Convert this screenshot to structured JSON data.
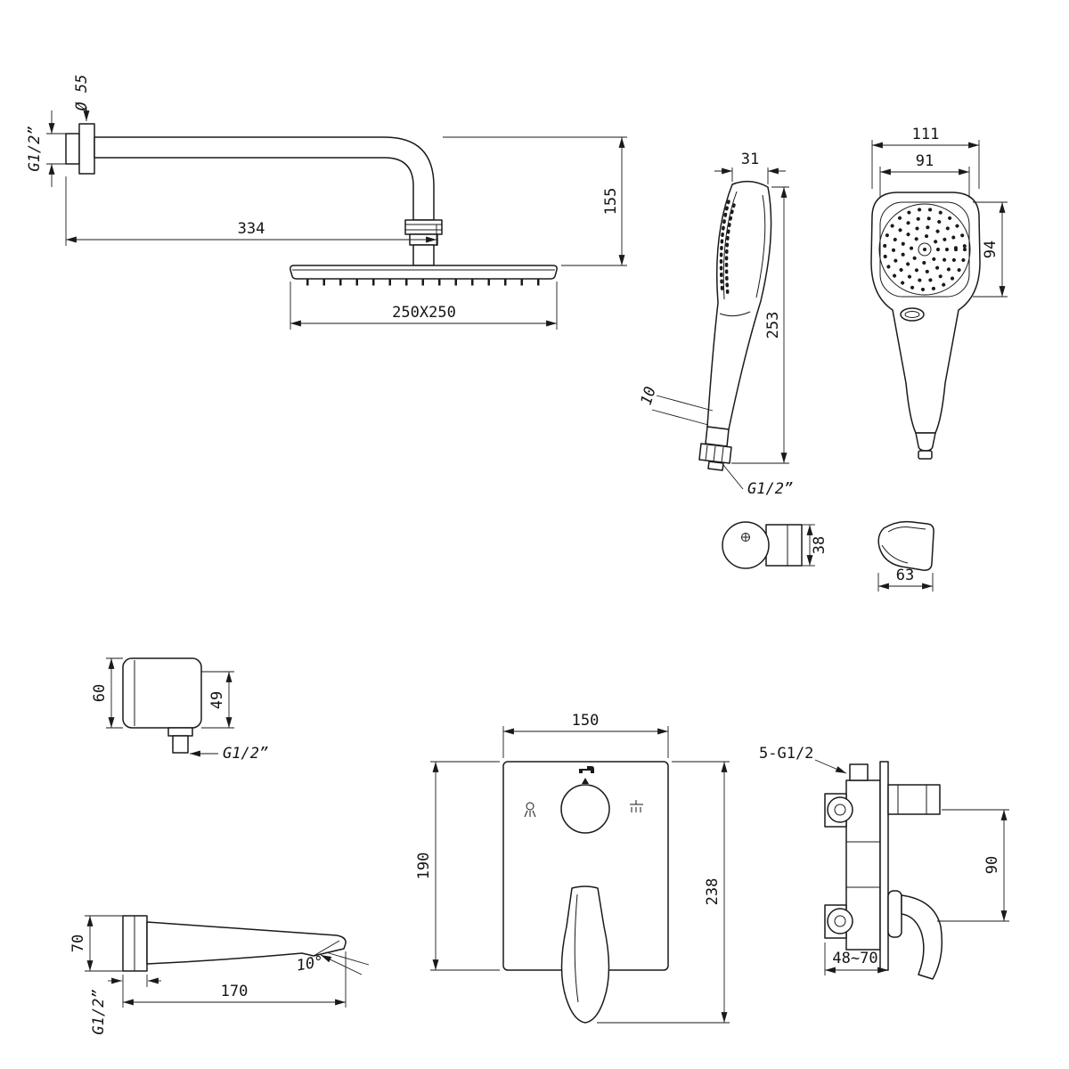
{
  "meta": {
    "type": "technical-dimension-drawing",
    "product": "Concealed shower system with overhead shower, hand shower, spout and mixer",
    "background": "#ffffff",
    "line_color": "#1a1a1a"
  },
  "components": {
    "overhead_shower": {
      "label": "overhead-shower-with-arm",
      "dims": {
        "flange_diameter": "Ø 55",
        "wall_thread": "G1/2”",
        "arm_length": "334",
        "drop_height": "155",
        "head_size": "250X250"
      }
    },
    "hand_shower_side": {
      "label": "hand-shower-side-view",
      "dims": {
        "head_thickness": "31",
        "total_length": "253",
        "grip_dim": "10",
        "connector_thread": "G1/2”"
      }
    },
    "hand_shower_front": {
      "label": "hand-shower-front-view",
      "dims": {
        "overall_width": "111",
        "face_width": "91",
        "face_height": "94"
      }
    },
    "supply_elbow": {
      "label": "water-supply-elbow",
      "dims": {
        "height": "38"
      }
    },
    "shower_bracket": {
      "label": "hand-shower-bracket",
      "dims": {
        "width": "63"
      }
    },
    "wall_union": {
      "label": "wall-union-outlet",
      "dims": {
        "width": "60",
        "height": "49",
        "thread": "G1/2”"
      }
    },
    "tub_spout": {
      "label": "tub-spout",
      "dims": {
        "flange_height": "70",
        "length": "170",
        "tip_angle": "10°",
        "thread": "G1/2”"
      }
    },
    "mixer_front": {
      "label": "concealed-mixer-front-view",
      "dims": {
        "plate_width": "150",
        "plate_height": "190",
        "total_height": "238"
      }
    },
    "mixer_side": {
      "label": "concealed-mixer-side-view",
      "dims": {
        "connections": "5-G1/2",
        "port_spacing": "90",
        "mounting_depth": "48~70"
      }
    }
  },
  "icons": {
    "screw_slot": "screw-slot-icon",
    "knob_pointer": "knob-pointer-icon",
    "diverter_tub": "tub-spout-icon",
    "diverter_hand": "hand-shower-icon",
    "diverter_rain": "overhead-shower-icon"
  }
}
